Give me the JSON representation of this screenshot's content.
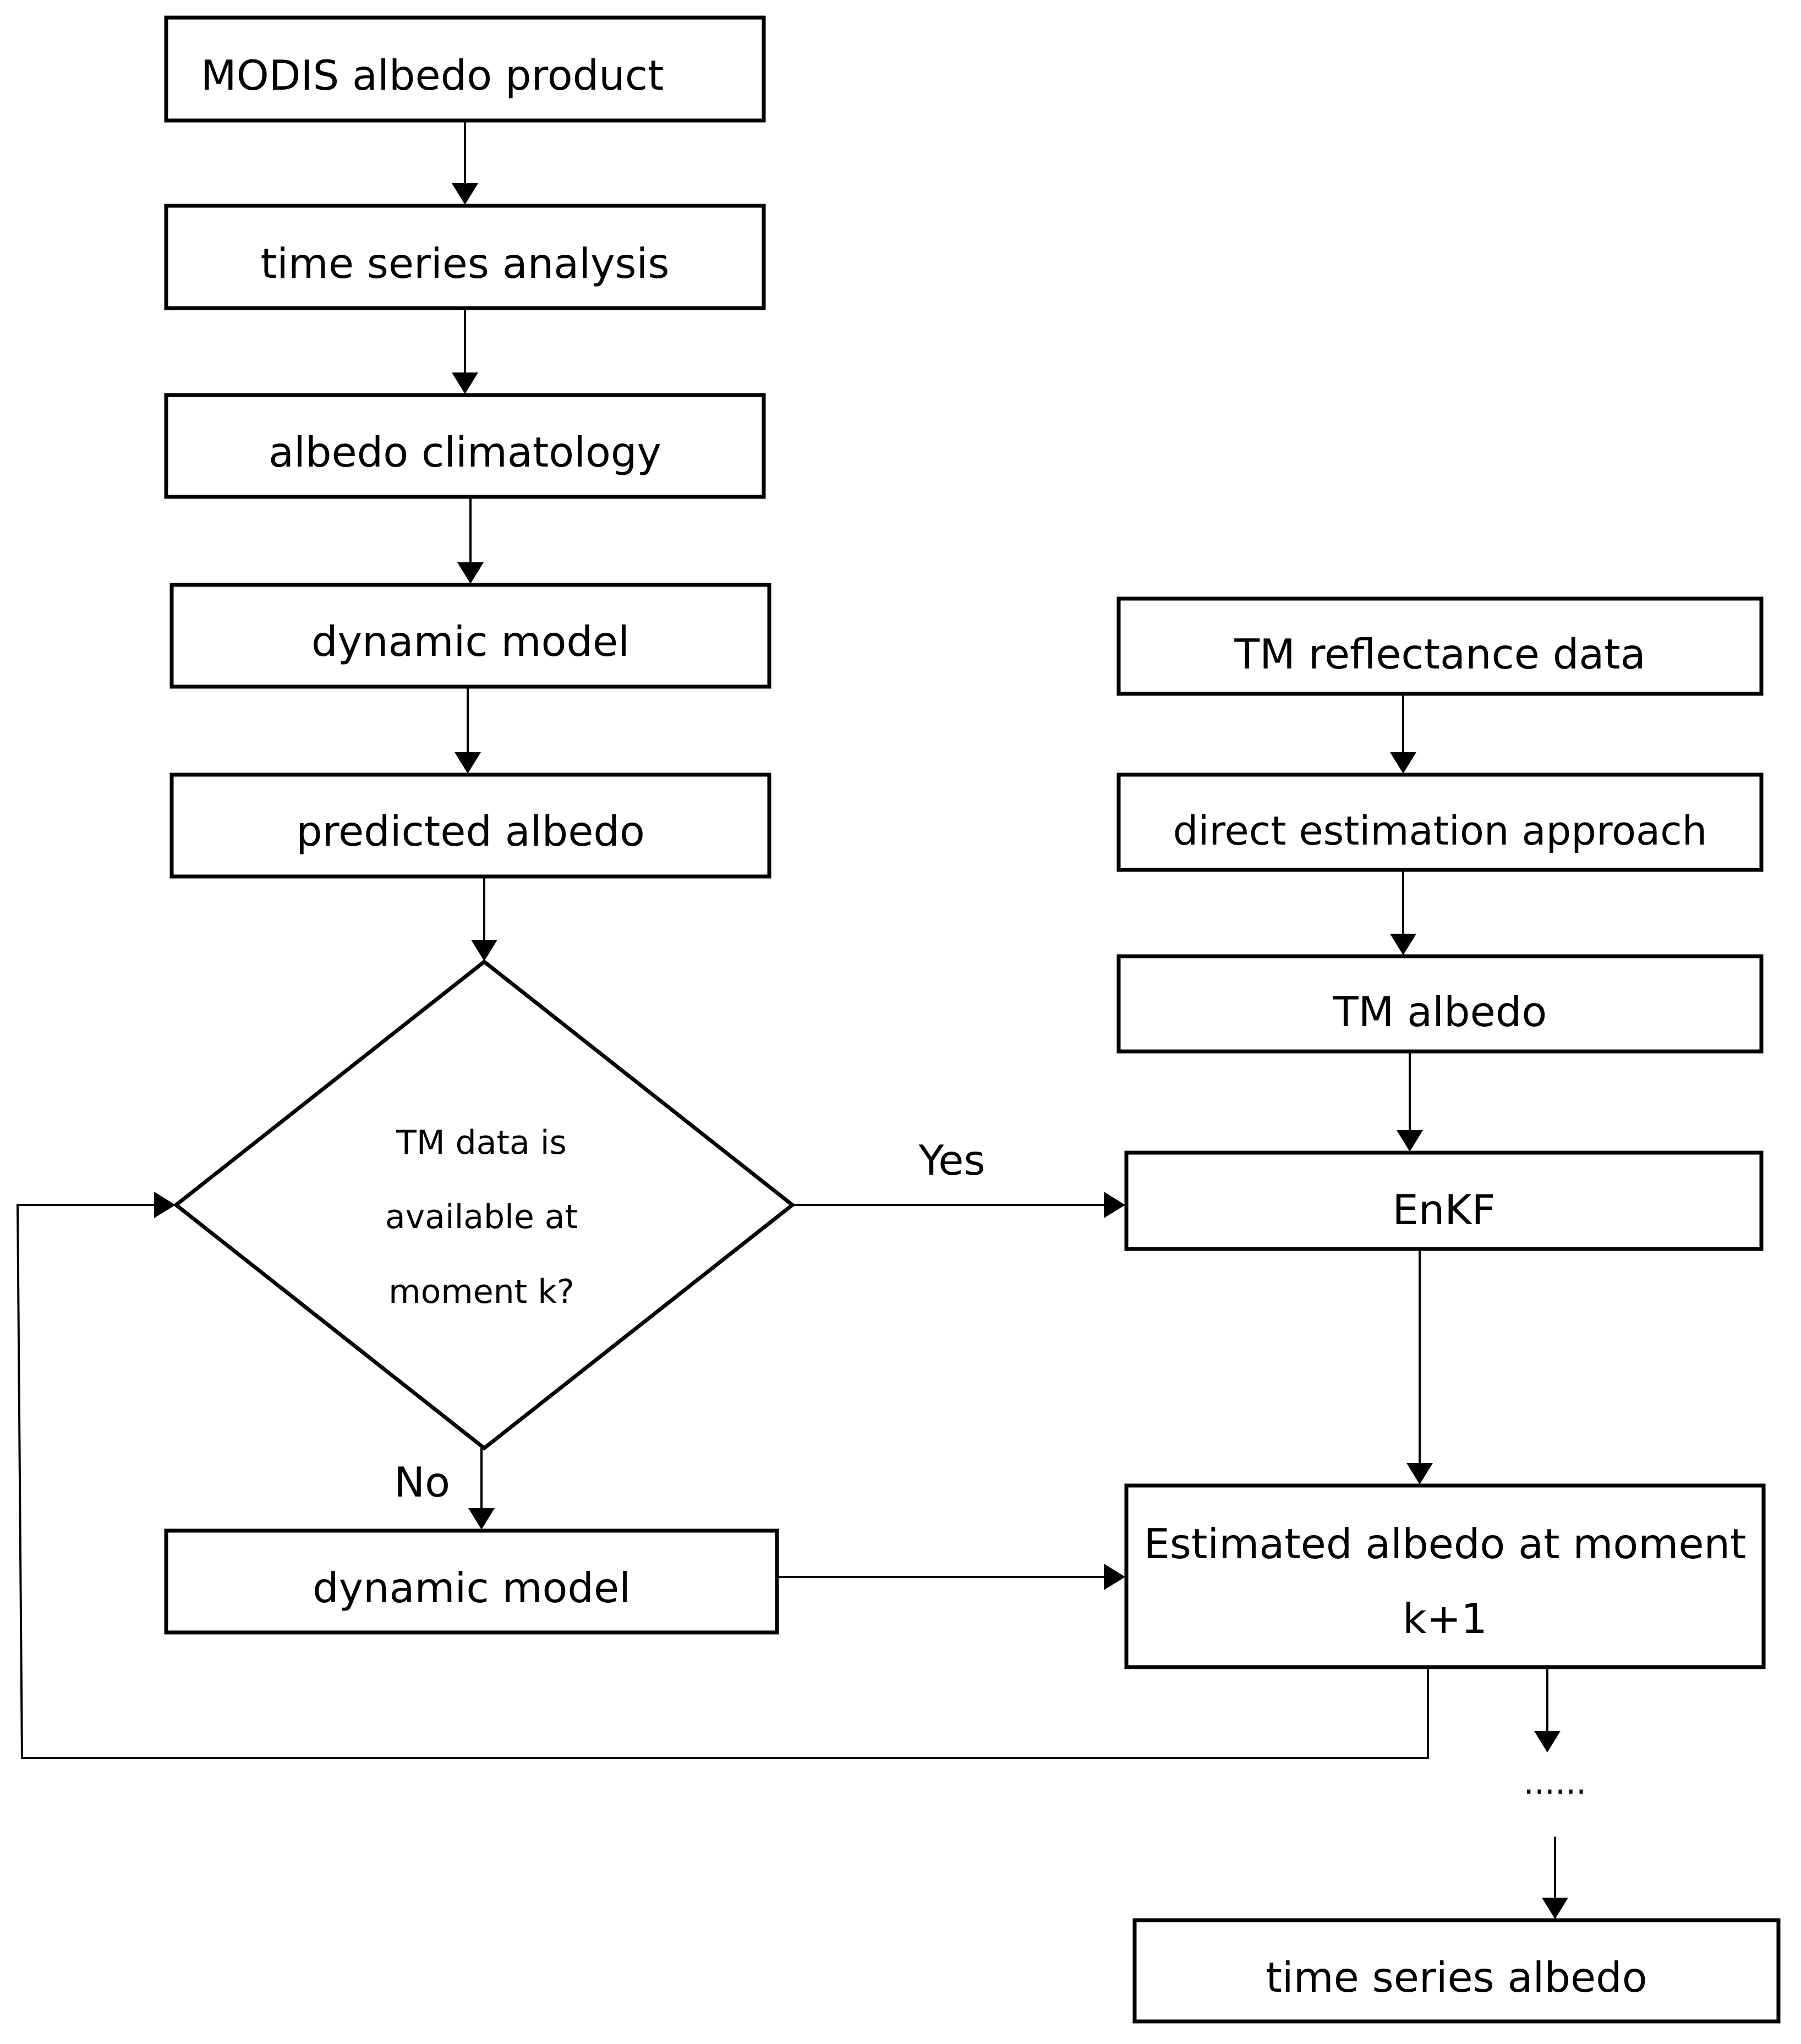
{
  "nodes": {
    "modis": "MODIS albedo product",
    "tsa": "time series analysis",
    "climatology": "albedo climatology",
    "dynamic1": "dynamic model",
    "predicted": "predicted albedo",
    "decision": [
      "TM data is",
      "available at",
      "moment k?"
    ],
    "dynamic2": "dynamic model",
    "tm_reflectance": "TM reflectance data",
    "direct_estimation": "direct estimation approach",
    "tm_albedo": "TM albedo",
    "enkf": "EnKF",
    "estimated": [
      "Estimated albedo at moment",
      "k+1"
    ],
    "ellipsis": "......",
    "time_series_albedo": "time series albedo"
  },
  "branches": {
    "yes": "Yes",
    "no": "No"
  }
}
